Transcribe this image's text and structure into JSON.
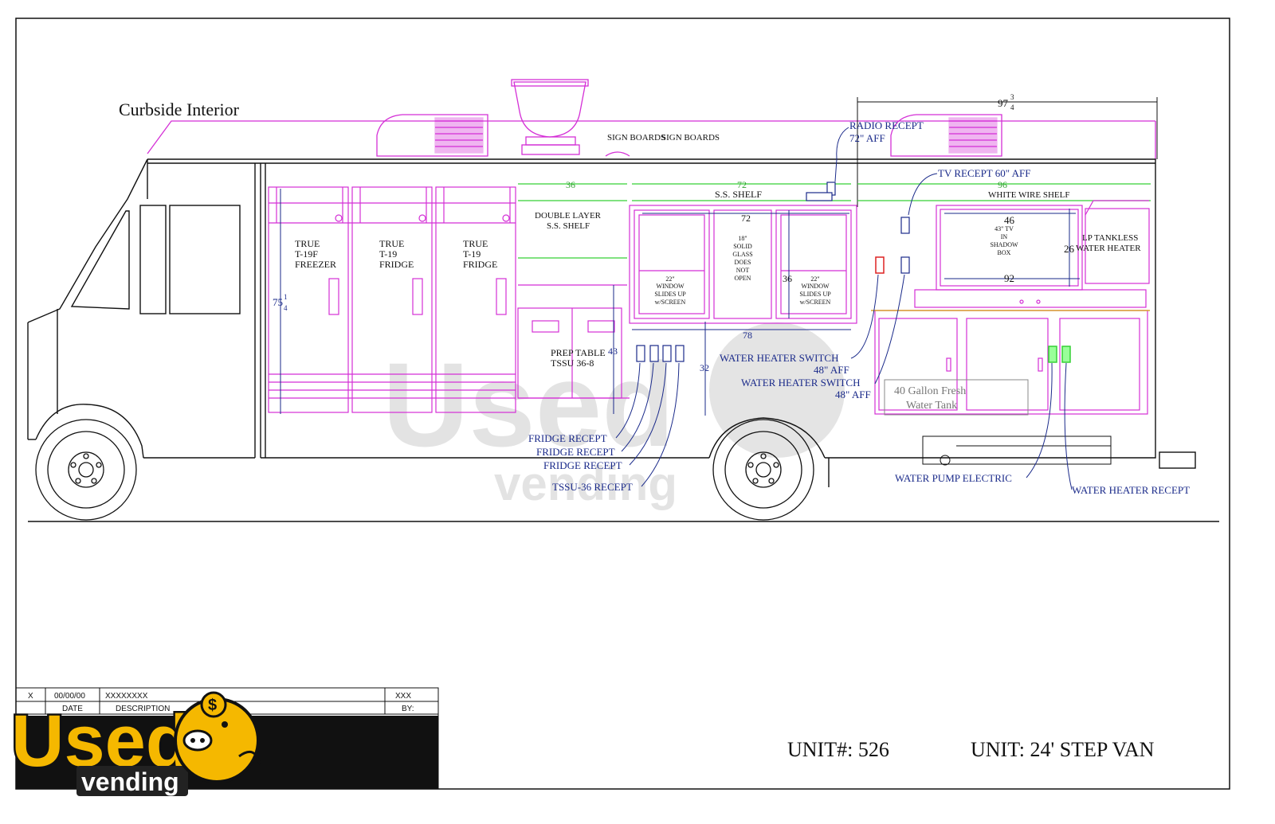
{
  "title": "Curbside Interior",
  "roof": {
    "sign1": "SIGN BOARDS",
    "sign2": "SIGN BOARDS"
  },
  "dimensions": {
    "overall_whole": "97",
    "overall_num": "3",
    "overall_den": "4",
    "shelf1": "36",
    "shelf2": "72",
    "shelf3": "96",
    "fridge_height_whole": "75",
    "fridge_height_num": "1",
    "fridge_height_den": "4",
    "window_width": "72",
    "window_height": "36",
    "window_span": "78",
    "prep_height": "43",
    "counter_height": "32",
    "tv_width": "46",
    "tv_height": "26",
    "counter_span": "92"
  },
  "labels": {
    "ss_shelf": "S.S. SHELF",
    "white_wire_shelf": "WHITE WIRE SHELF",
    "double_layer_1": "DOUBLE LAYER",
    "double_layer_2": "S.S. SHELF",
    "freezer": [
      "TRUE",
      "T-19F",
      "FREEZER"
    ],
    "fridge1": [
      "TRUE",
      "T-19",
      "FRIDGE"
    ],
    "fridge2": [
      "TRUE",
      "T-19",
      "FRIDGE"
    ],
    "prep_1": "PREP TABLE",
    "prep_2": "TSSU 36-8",
    "window_left": [
      "22\"",
      "WINDOW",
      "SLIDES UP",
      "w/SCREEN"
    ],
    "window_mid": [
      "18\"",
      "SOLID",
      "GLASS",
      "DOES",
      "NOT",
      "OPEN"
    ],
    "window_right": [
      "22\"",
      "WINDOW",
      "SLIDES UP",
      "w/SCREEN"
    ],
    "tv": [
      "43\" TV",
      "IN",
      "SHADOW",
      "BOX"
    ],
    "lp_1": "LP TANKLESS",
    "lp_2": "WATER HEATER",
    "tank_1": "40 Gallon Fresh",
    "tank_2": "Water Tank"
  },
  "callouts": {
    "radio_1": "RADIO RECEPT",
    "radio_2": "72\" AFF",
    "tv_recept": "TV RECEPT  60\" AFF",
    "whs1_1": "WATER HEATER SWITCH",
    "whs1_2": "48\" AFF",
    "whs2_1": "WATER HEATER SWITCH",
    "whs2_2": "48\" AFF",
    "fridge_r1": "FRIDGE RECEPT",
    "fridge_r2": "FRIDGE RECEPT",
    "fridge_r3": "FRIDGE RECEPT",
    "tssu": "TSSU-36 RECEPT",
    "pump": "WATER PUMP ELECTRIC",
    "heater": "WATER HEATER RECEPT"
  },
  "title_block": {
    "rev": "X",
    "date": "00/00/00",
    "desc": "XXXXXXXX",
    "by": "XXX",
    "h_date": "DATE",
    "h_desc": "DESCRIPTION",
    "h_by": "BY:"
  },
  "unit": {
    "number": "UNIT#: 526",
    "type": "UNIT: 24' STEP VAN"
  },
  "logo": {
    "word": "Used",
    "sub": "vending",
    "symbol": "$"
  },
  "colors": {
    "magenta": "#d42fd6",
    "navy": "#1a2a8a",
    "green": "#35d135",
    "black": "#111111",
    "red": "#d22"
  }
}
